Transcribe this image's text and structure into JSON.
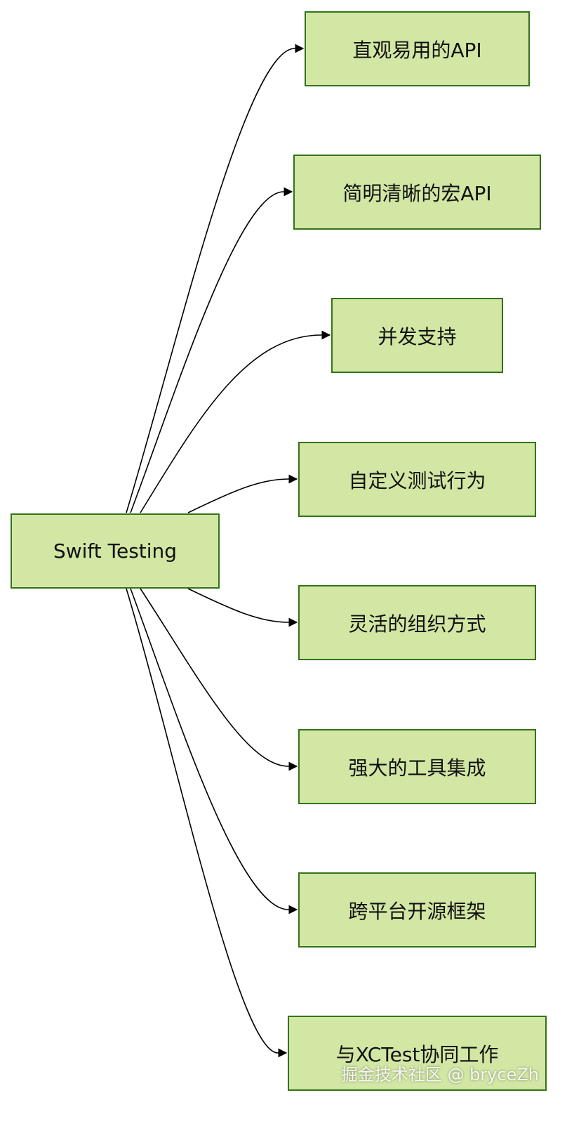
{
  "diagram": {
    "root": "Swift Testing",
    "children": [
      "直观易用的API",
      "简明清晰的宏API",
      "并发支持",
      "自定义测试行为",
      "灵活的组织方式",
      "强大的工具集成",
      "跨平台开源框架",
      "与XCTest协同工作"
    ],
    "colors": {
      "node_fill": "#d2e7a4",
      "node_border": "#34721a",
      "edge": "#000000"
    }
  },
  "watermark": "掘金技术社区 @ bryceZh"
}
